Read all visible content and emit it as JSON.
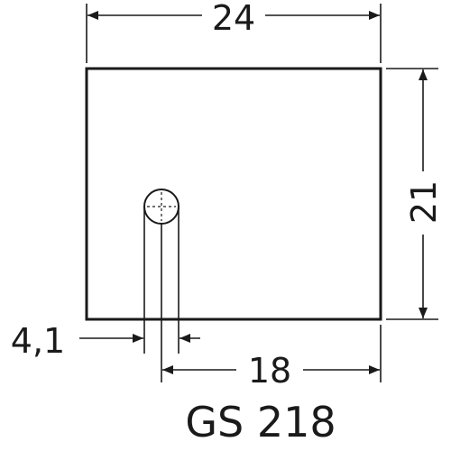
{
  "drawing": {
    "part_code": "GS 218",
    "dimensions": {
      "width": "24",
      "height": "21",
      "hole_offset": "18",
      "hole_diameter": "4,1"
    }
  }
}
